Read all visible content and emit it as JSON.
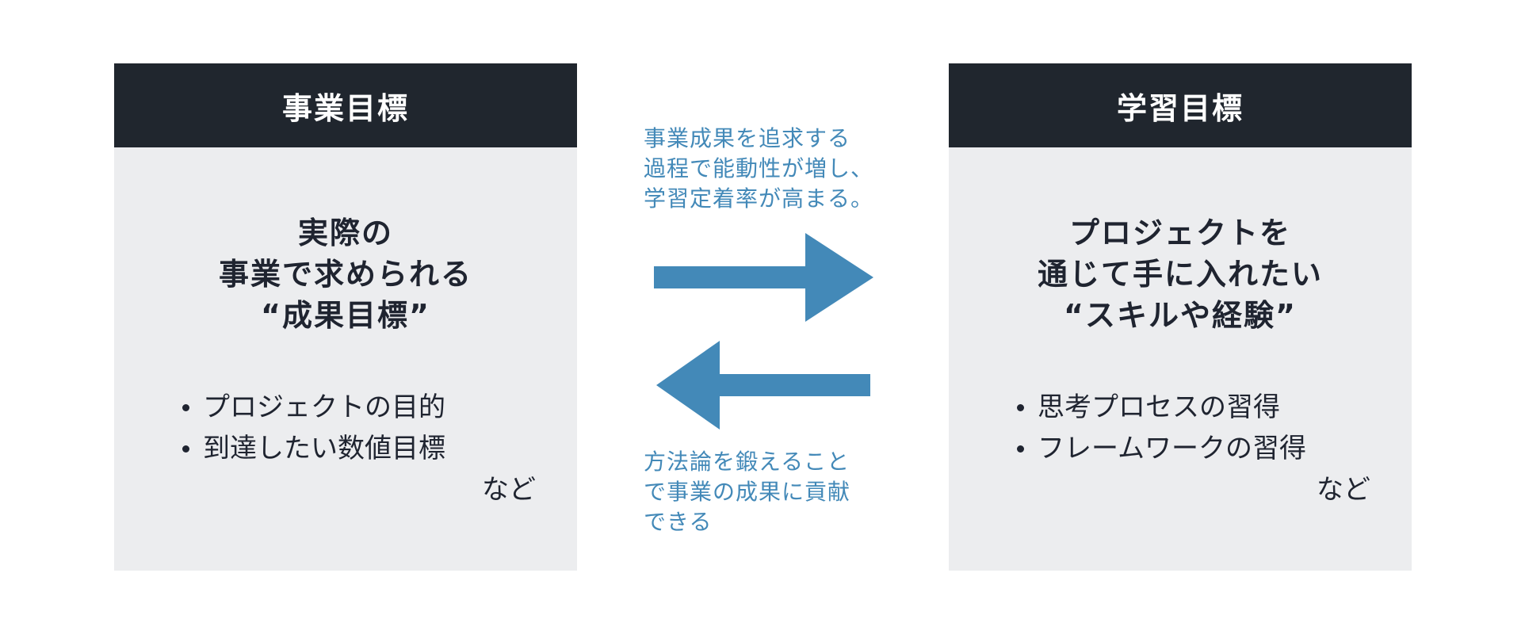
{
  "colors": {
    "header_bg": "#20262e",
    "panel_bg": "#ecedef",
    "accent": "#4389b8",
    "text": "#1f2430"
  },
  "left_panel": {
    "header": "事業目標",
    "headline_lines": [
      "実際の",
      "事業で求められる",
      "“成果目標”"
    ],
    "bullets": [
      "プロジェクトの目的",
      "到達したい数値目標"
    ],
    "etc": "など"
  },
  "right_panel": {
    "header": "学習目標",
    "headline_lines": [
      "プロジェクトを",
      "通じて手に入れたい",
      "“スキルや経験”"
    ],
    "bullets": [
      "思考プロセスの習得",
      "フレームワークの習得"
    ],
    "etc": "など"
  },
  "middle": {
    "top_caption_lines": [
      "事業成果を追求する",
      "過程で能動性が増し、",
      "学習定着率が高まる。"
    ],
    "bottom_caption_lines": [
      "方法論を鍛えること",
      "で事業の成果に貢献",
      "できる"
    ],
    "arrow_right_icon": "arrow-right-icon",
    "arrow_left_icon": "arrow-left-icon"
  }
}
